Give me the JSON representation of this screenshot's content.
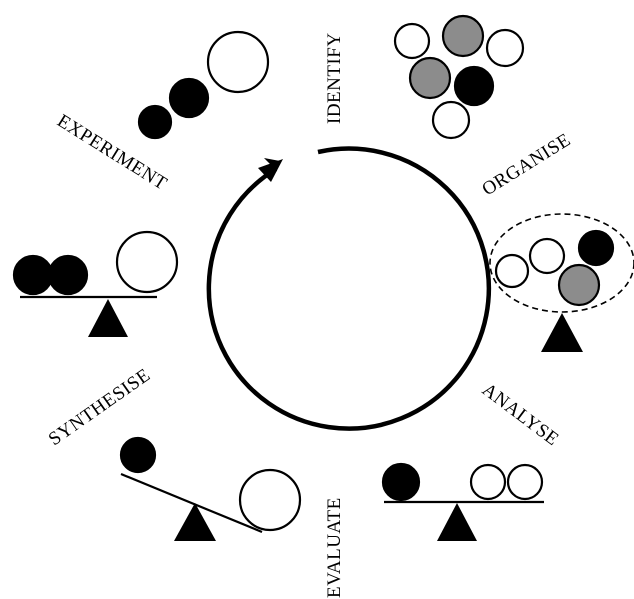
{
  "stages": [
    {
      "id": "identify",
      "label": "IDENTIFY"
    },
    {
      "id": "organise",
      "label": "ORGANISE"
    },
    {
      "id": "analyse",
      "label": "ANALYSE"
    },
    {
      "id": "evaluate",
      "label": "EVALUATE"
    },
    {
      "id": "synthesise",
      "label": "SYNTHESISE"
    },
    {
      "id": "experiment",
      "label": "EXPERIMENT"
    }
  ],
  "colors": {
    "white": "#ffffff",
    "black": "#000000",
    "gray": "#8c8c8c"
  }
}
